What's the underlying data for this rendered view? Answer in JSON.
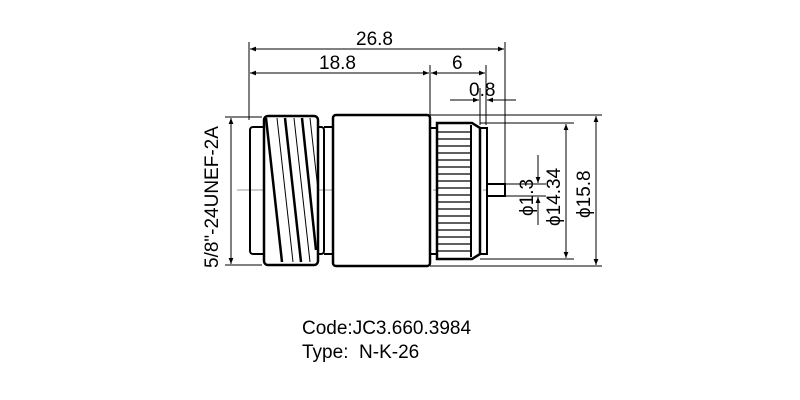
{
  "drawing": {
    "dimensions": {
      "overall_length": "26.8",
      "body_length": "18.8",
      "nut_length": "6",
      "pin_offset": "0.8",
      "thread_spec": "5/8\"-24UNEF-2A",
      "pin_diameter": "ϕ1.3",
      "nut_inner_diameter": "ϕ14.34",
      "nut_outer_diameter": "ϕ15.8"
    }
  },
  "caption": {
    "code_label": "Code:",
    "code_value": "JC3.660.3984",
    "type_label": "Type:  ",
    "type_value": "N-K-26"
  },
  "colors": {
    "line": "#000000",
    "centerline": "#999999",
    "background": "#ffffff"
  }
}
